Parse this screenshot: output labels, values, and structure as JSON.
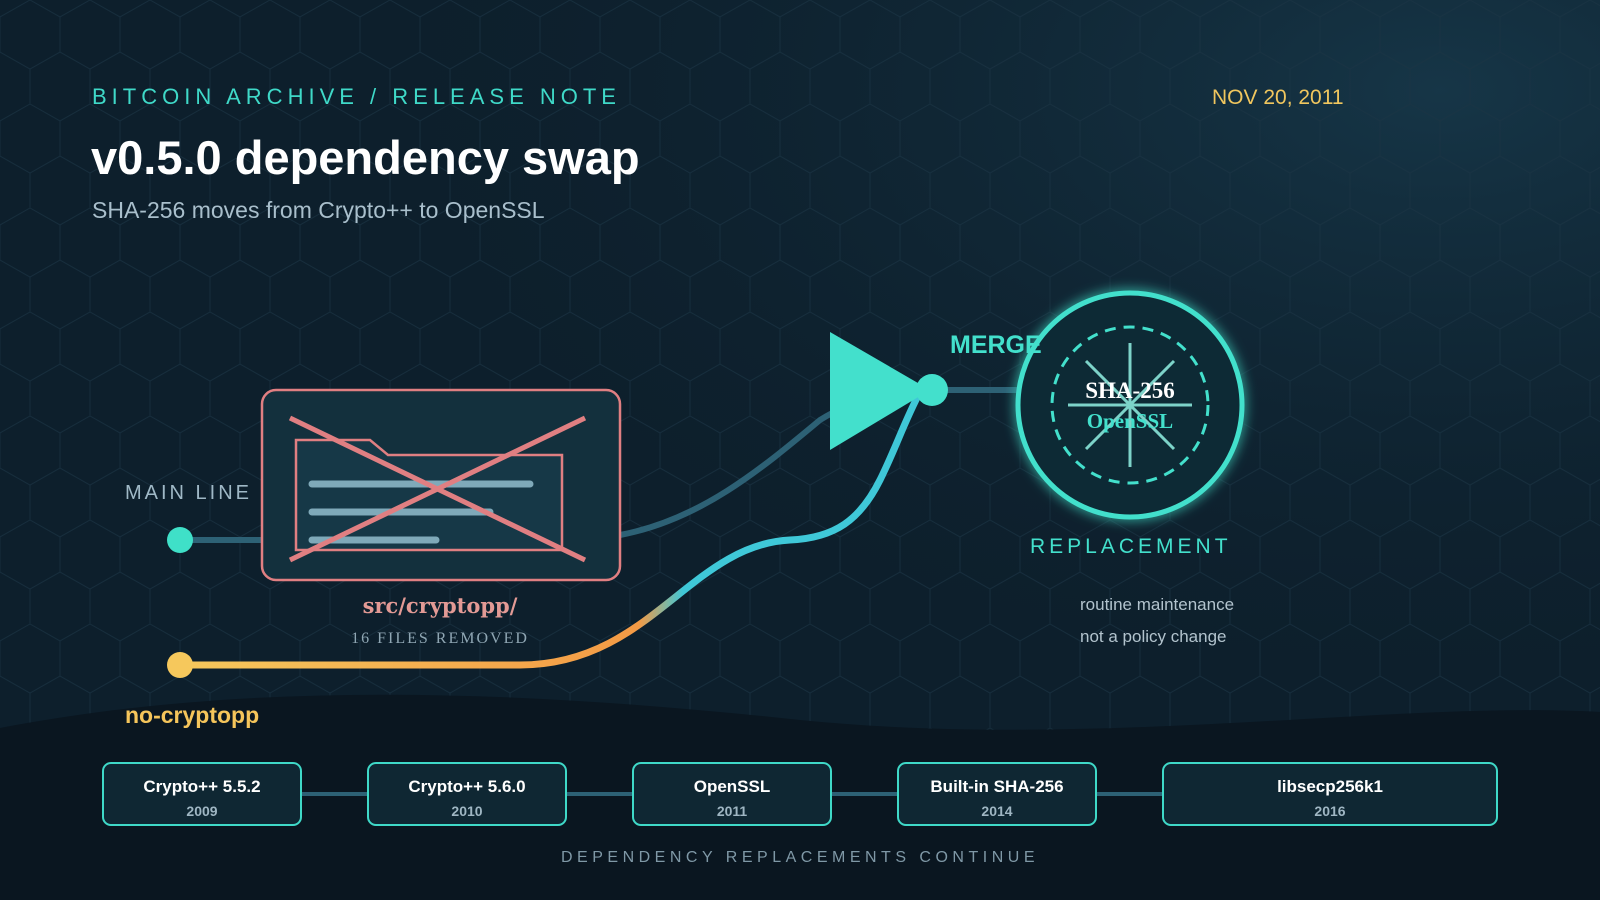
{
  "header": {
    "eyebrow": "BITCOIN ARCHIVE / RELEASE NOTE",
    "date": "NOV 20, 2011",
    "title": "v0.5.0 dependency swap",
    "subtitle": "SHA-256 moves from Crypto++ to OpenSSL"
  },
  "diagram": {
    "main_line_label": "MAIN LINE",
    "branch_label": "no-cryptopp",
    "removed_folder": {
      "path": "src/cryptopp/",
      "count_label": "16 FILES REMOVED"
    },
    "merge_label": "MERGE",
    "replacement": {
      "line1": "SHA-256",
      "line2": "OpenSSL",
      "label": "REPLACEMENT"
    },
    "notes": [
      "routine maintenance",
      "not a policy change"
    ]
  },
  "timeline": {
    "items": [
      {
        "name": "Crypto++ 5.5.2",
        "year": "2009"
      },
      {
        "name": "Crypto++ 5.6.0",
        "year": "2010"
      },
      {
        "name": "OpenSSL",
        "year": "2011"
      },
      {
        "name": "Built-in SHA-256",
        "year": "2014"
      },
      {
        "name": "libsecp256k1",
        "year": "2016"
      }
    ],
    "footer": "DEPENDENCY REPLACEMENTS CONTINUE"
  },
  "colors": {
    "background": "#0d1f2c",
    "accent_teal": "#3fd9c8",
    "accent_orange": "#f4a24a",
    "accent_yellow": "#f5c55b",
    "removed_red": "#e07f82"
  }
}
